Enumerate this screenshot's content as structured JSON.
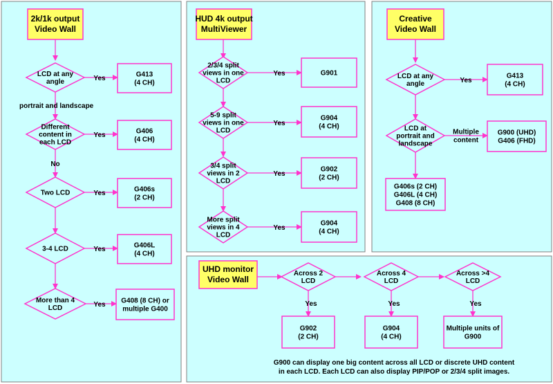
{
  "colors": {
    "panel_bg": "#ccffff",
    "panel_border": "#7f7f7f",
    "title_bg": "#ffff66",
    "title_border": "#ff33cc",
    "shape_bg": "#ccffff",
    "shape_border": "#ff33cc",
    "arrow": "#ff33cc"
  },
  "panel1": {
    "title": [
      "2k/1k output",
      "Video Wall"
    ],
    "d_any_angle": [
      "LCD at any",
      "angle"
    ],
    "r_g413": [
      "G413",
      "(4 CH)"
    ],
    "portrait_label": "portrait and landscape",
    "d_different": [
      "Different",
      "content in",
      "each LCD"
    ],
    "r_g406": [
      "G406",
      "(4 CH)"
    ],
    "no_label": "No",
    "d_two": [
      "Two LCD"
    ],
    "r_g406s": [
      "G406s",
      "(2 CH)"
    ],
    "d_three_four": [
      "3-4 LCD"
    ],
    "r_g406l": [
      "G406L",
      "(4 CH)"
    ],
    "d_more_than_4": [
      "More than 4",
      "LCD"
    ],
    "r_g408": [
      "G408 (8 CH) or",
      "multiple G400"
    ],
    "yes_label": "Yes"
  },
  "panel2": {
    "title": [
      "HUD 4k output",
      "MultiViewer"
    ],
    "d_234": [
      "2/3/4 split",
      "views in one",
      "LCD"
    ],
    "r_g901": [
      "G901"
    ],
    "d_59": [
      "5-9 split",
      "views in one",
      "LCD"
    ],
    "r_g904a": [
      "G904",
      "(4 CH)"
    ],
    "d_34_two": [
      "3/4 split",
      "views in 2",
      "LCD"
    ],
    "r_g902": [
      "G902",
      "(2 CH)"
    ],
    "d_more": [
      "More split",
      "views in 4",
      "LCD"
    ],
    "r_g904b": [
      "G904",
      "(4 CH)"
    ],
    "yes_label": "Yes"
  },
  "panel3": {
    "title": [
      "Creative",
      "Video Wall"
    ],
    "d_any_angle": [
      "LCD at any",
      "angle"
    ],
    "r_g413": [
      "G413",
      "(4 CH)"
    ],
    "d_portrait": [
      "LCD at",
      "portrait and",
      "landscape"
    ],
    "multiple_label": [
      "Multiple",
      "content"
    ],
    "r_g900": [
      "G900 (UHD)",
      "G406 (FHD)"
    ],
    "r_list": [
      "G406s (2 CH)",
      "G406L (4 CH)",
      "G408  (8 CH)"
    ],
    "yes_label": "Yes"
  },
  "panel4": {
    "title": [
      "UHD monitor",
      "Video Wall"
    ],
    "d_across2": [
      "Across 2",
      "LCD"
    ],
    "d_across4": [
      "Across 4",
      "LCD"
    ],
    "d_across_gt4": [
      "Across >4",
      "LCD"
    ],
    "r_g902": [
      "G902",
      "(2 CH)"
    ],
    "r_g904": [
      "G904",
      "(4 CH)"
    ],
    "r_multi": [
      "Multiple units of",
      "G900"
    ],
    "note": [
      "G900 can display one big content across all LCD or discrete UHD content",
      "in each LCD. Each LCD can also display PIP/POP or 2/3/4 split images."
    ],
    "yes_label": "Yes"
  }
}
